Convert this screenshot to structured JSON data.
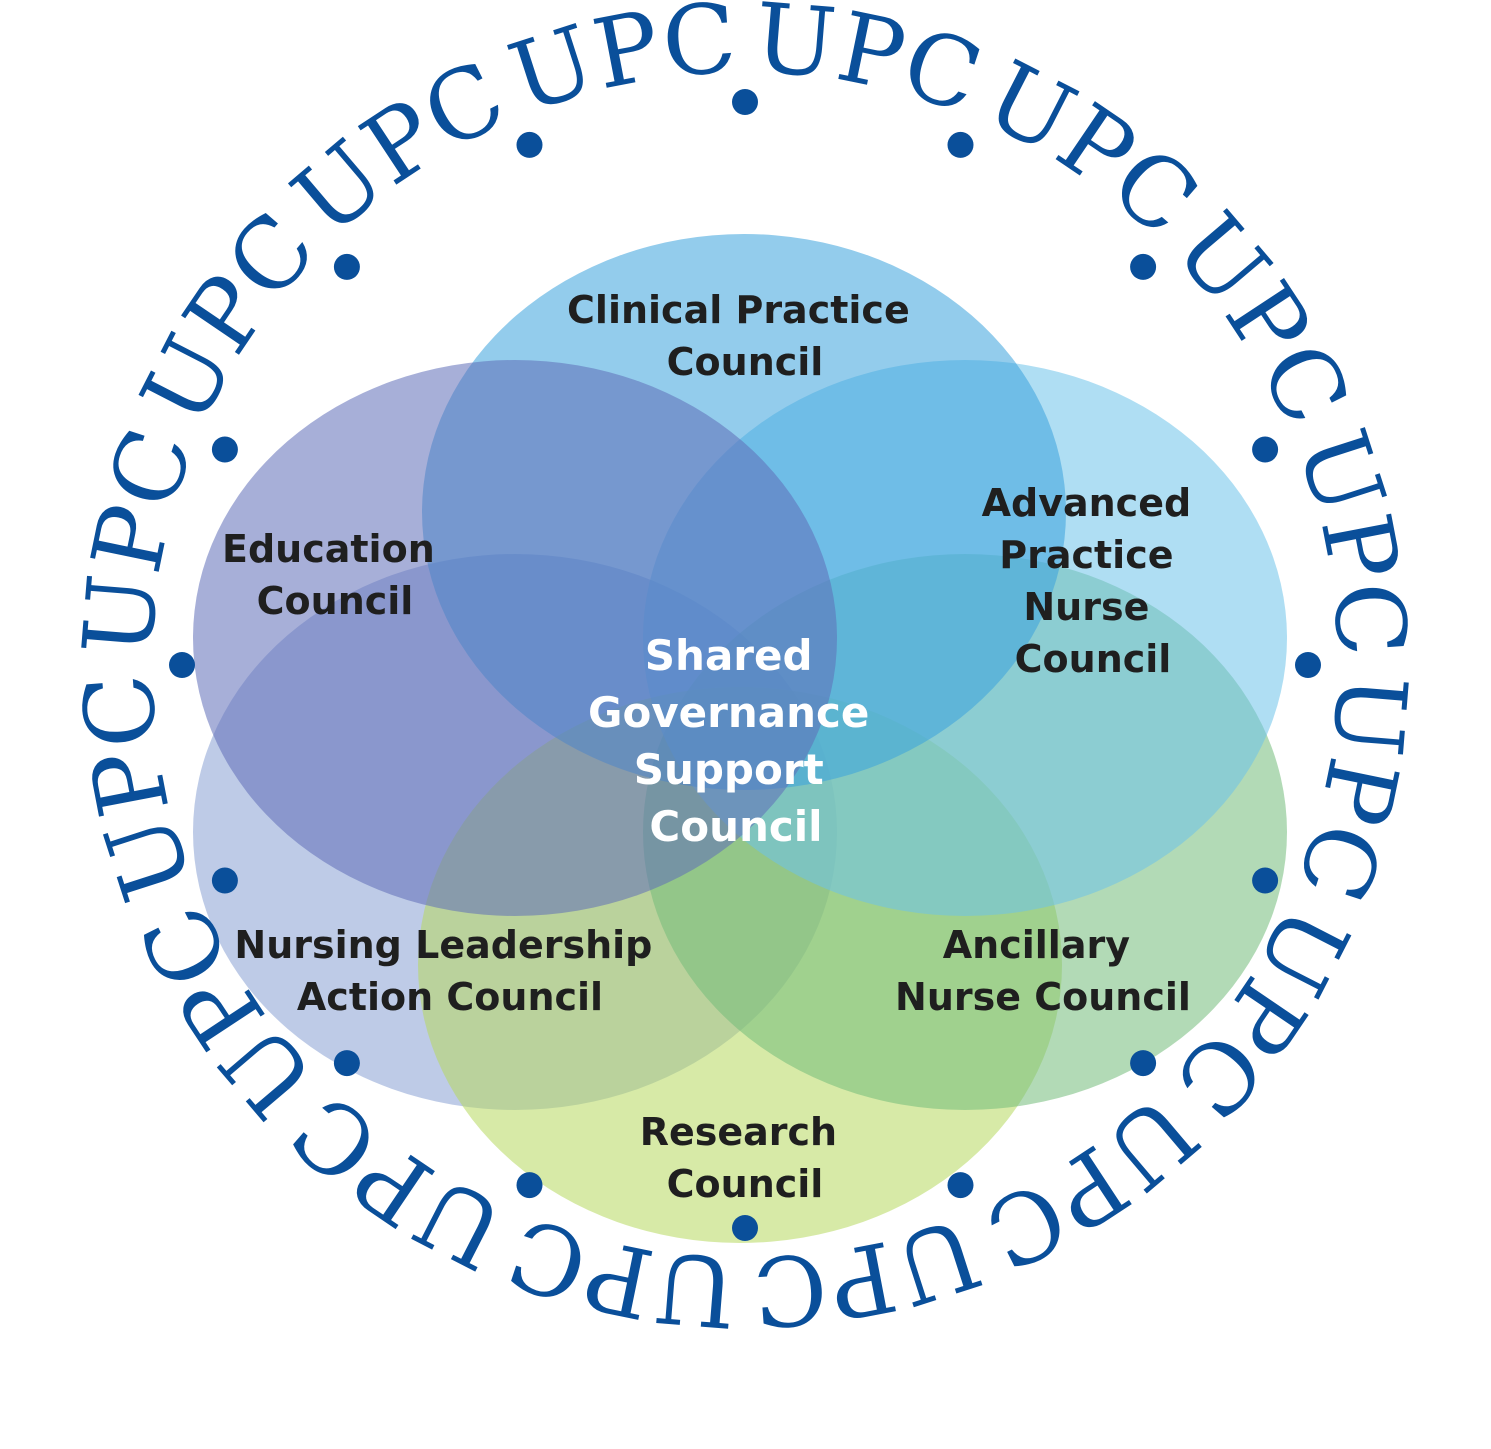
{
  "ring": {
    "text": "UPC",
    "repeat": 16,
    "separator": "dot",
    "color": "#0a4f9a"
  },
  "colors": {
    "label": "#1f1f1f",
    "center_label": "#ffffff"
  },
  "councils": [
    {
      "id": "clinical-practice",
      "lines": [
        "Clinical Practice",
        "Council"
      ],
      "color": "#3aa2dc"
    },
    {
      "id": "advanced-practice-nurse",
      "lines": [
        "Advanced",
        "Practice",
        "Nurse",
        "Council"
      ],
      "color": "#6ec3ea"
    },
    {
      "id": "ancillary-nurse",
      "lines": [
        "Ancillary",
        "Nurse Council"
      ],
      "color": "#72bb7a"
    },
    {
      "id": "research",
      "lines": [
        "Research",
        "Council"
      ],
      "color": "#b7d85e"
    },
    {
      "id": "nursing-leadership-action",
      "lines": [
        "Nursing Leadership",
        "Action Council"
      ],
      "color": "#88a0d4"
    },
    {
      "id": "education",
      "lines": [
        "Education",
        "Council"
      ],
      "color": "#5f6eb8"
    }
  ],
  "center": {
    "lines": [
      "Shared",
      "Governance",
      "Support",
      "Council"
    ]
  }
}
